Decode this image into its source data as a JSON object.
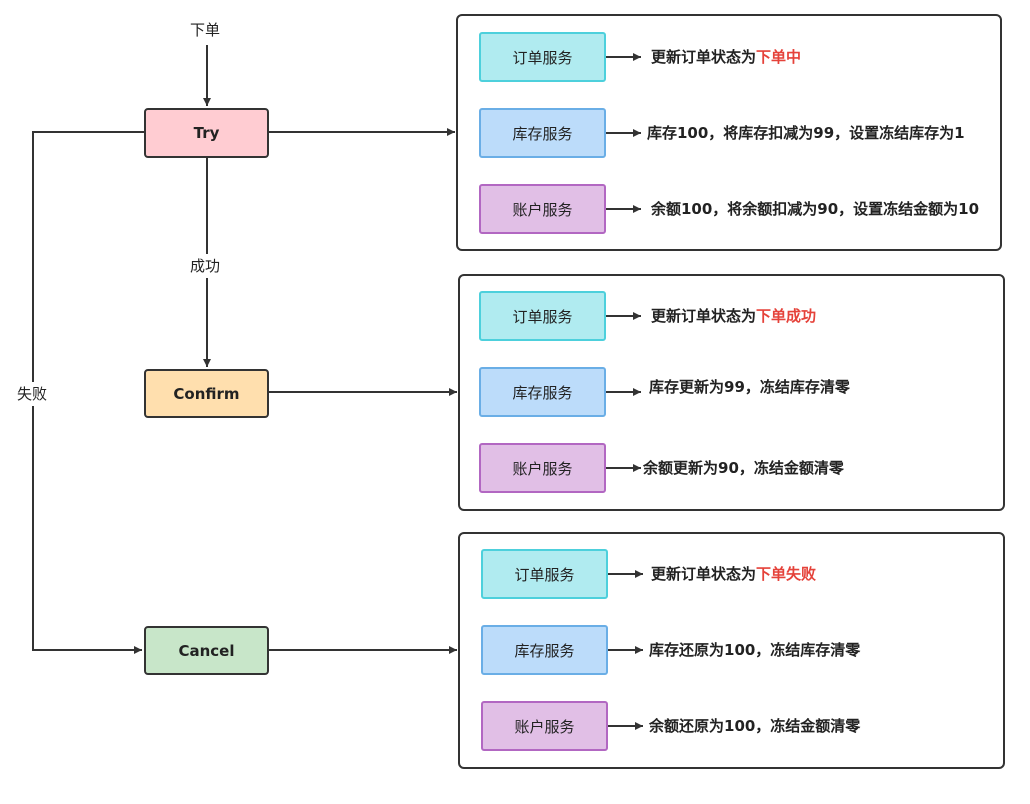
{
  "colors": {
    "try": "#ffccd2",
    "confirm": "#ffdfae",
    "cancel": "#c8e6c9",
    "highlight": "#e5423a",
    "order_service": "#b0ebf0",
    "stock_service": "#bcdcfa",
    "account_service": "#e1bfe6"
  },
  "labels": {
    "start": "下单",
    "success": "成功",
    "failure": "失败"
  },
  "phases": {
    "try": {
      "label": "Try",
      "order_service": "订单服务",
      "order_desc": "更新订单状态为",
      "order_status": "下单中",
      "stock_service": "库存服务",
      "stock_desc": "库存100，将库存扣减为99，设置冻结库存为1",
      "account_service": "账户服务",
      "account_desc": "余额100，将余额扣减为90，设置冻结金额为10"
    },
    "confirm": {
      "label": "Confirm",
      "order_service": "订单服务",
      "order_desc": "更新订单状态为",
      "order_status": "下单成功",
      "stock_service": "库存服务",
      "stock_desc": "库存更新为99，冻结库存清零",
      "account_service": "账户服务",
      "account_desc": "余额更新为90，冻结金额清零"
    },
    "cancel": {
      "label": "Cancel",
      "order_service": "订单服务",
      "order_desc": "更新订单状态为",
      "order_status": "下单失败",
      "stock_service": "库存服务",
      "stock_desc": "库存还原为100，冻结库存清零",
      "account_service": "账户服务",
      "account_desc": "余额还原为100，冻结金额清零"
    }
  }
}
